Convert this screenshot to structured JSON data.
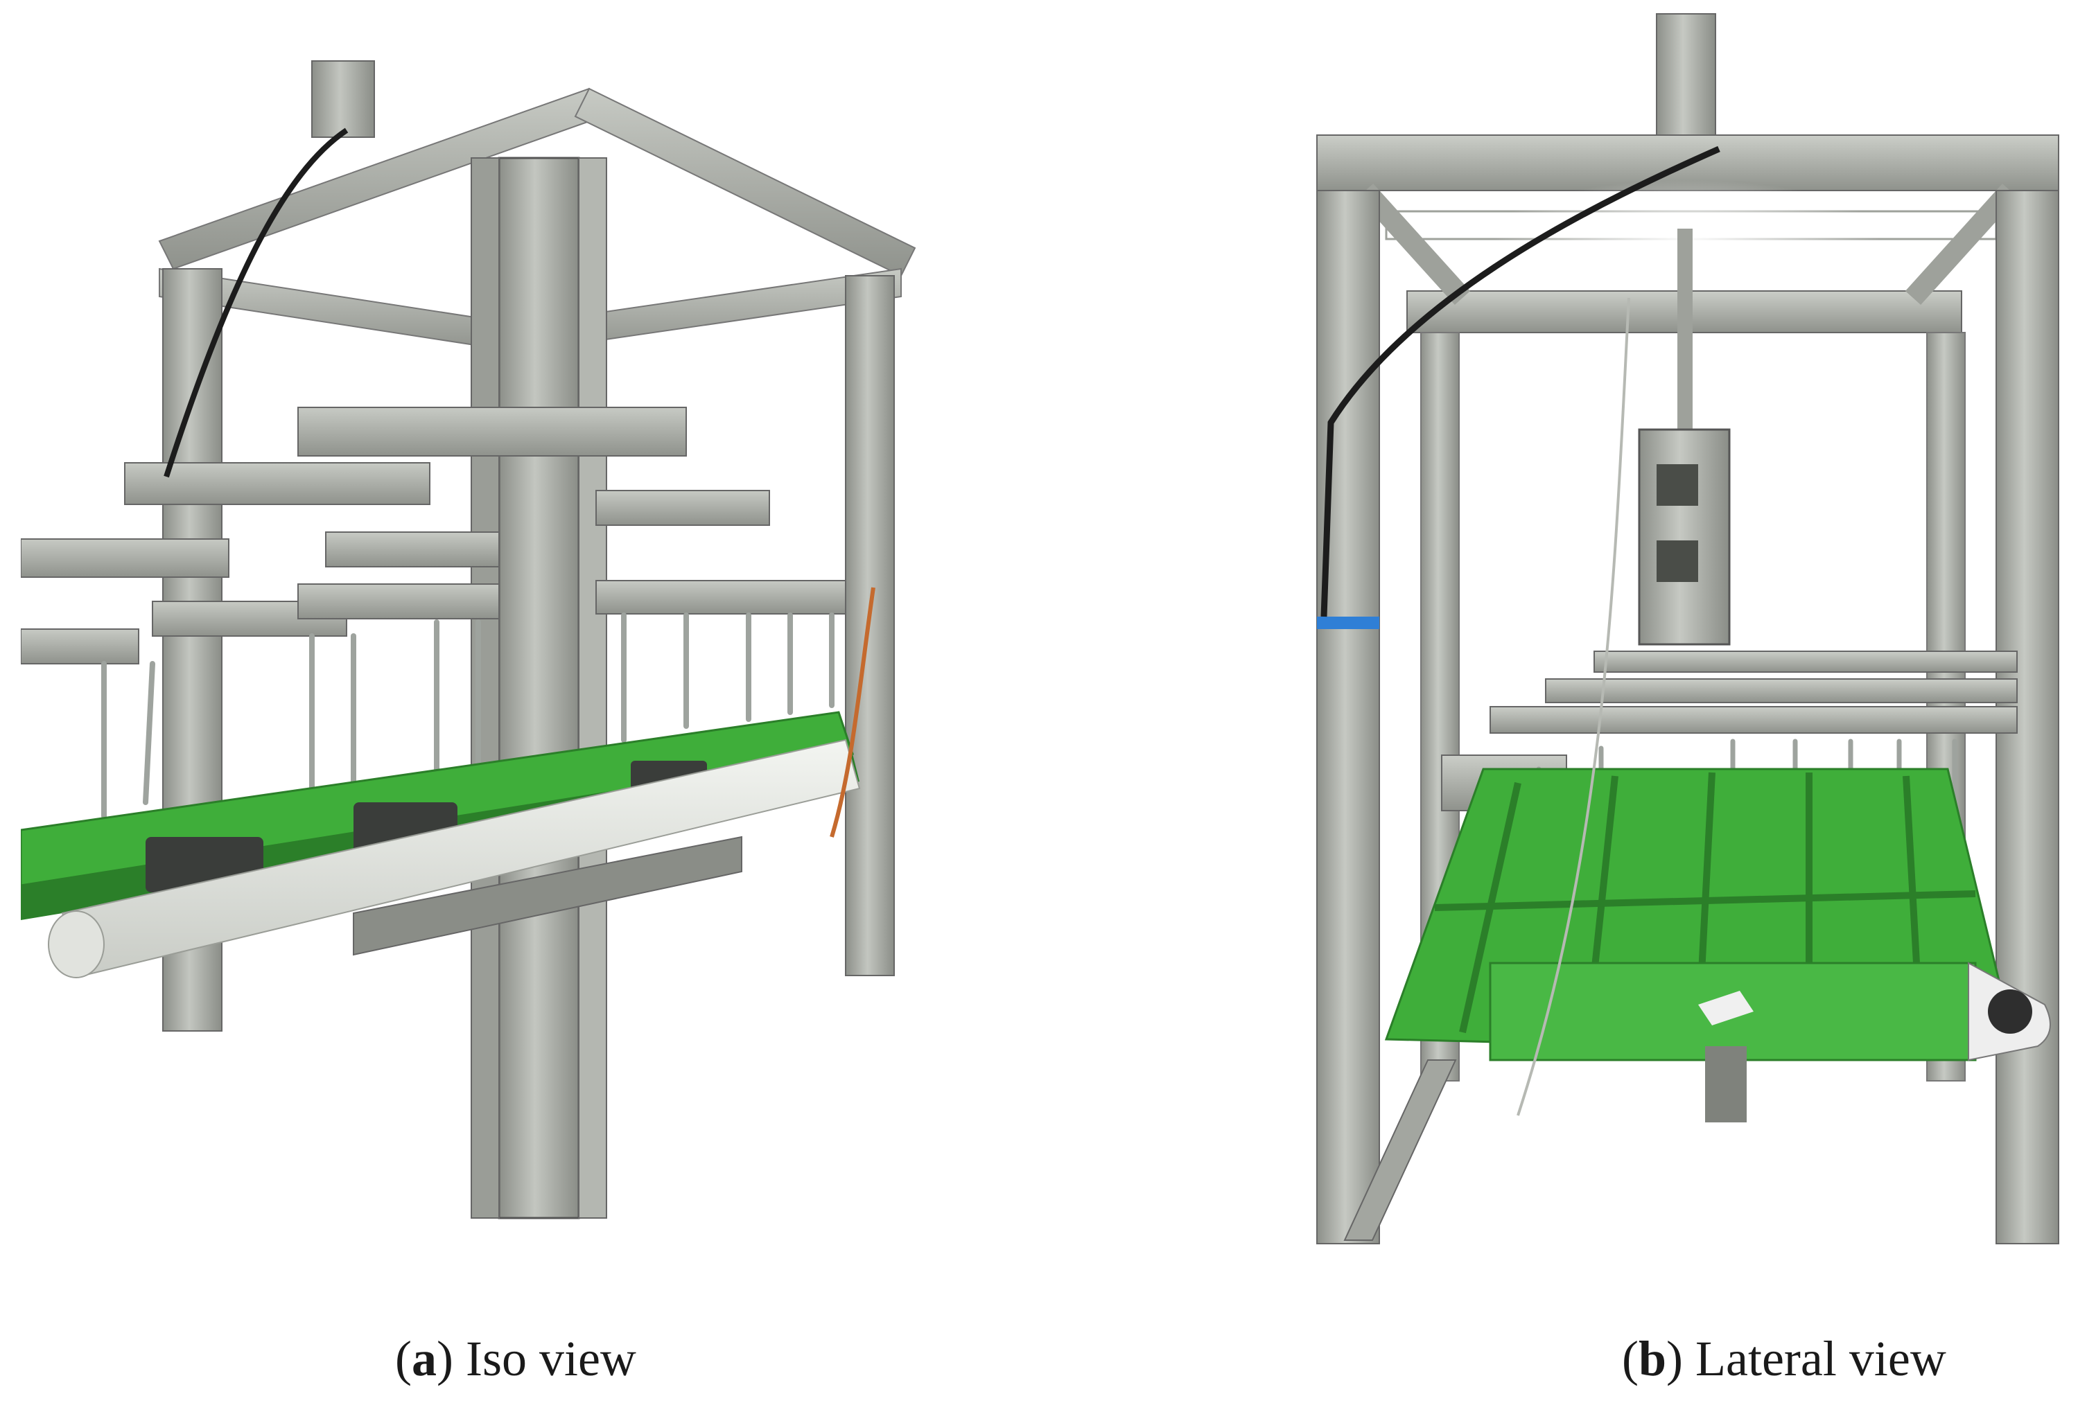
{
  "figure": {
    "panels": [
      {
        "id": "a",
        "letter": "a",
        "label": "Iso view",
        "image_subject": "steel-frame-test-rig-with-green-conveyor"
      },
      {
        "id": "b",
        "letter": "b",
        "label": "Lateral view",
        "image_subject": "steel-frame-test-rig-with-green-conveyor"
      }
    ],
    "colors": {
      "steel": "#a9aca6",
      "steel_dark": "#7f827c",
      "steel_light": "#c9ccc6",
      "conveyor_green": "#3fae3a",
      "conveyor_green_dark": "#2b7f29",
      "cover_white": "#e9ebe6",
      "cable_black": "#1c1c1c",
      "chain": "#9ea39e",
      "tape_blue": "#2f7fd6"
    }
  }
}
